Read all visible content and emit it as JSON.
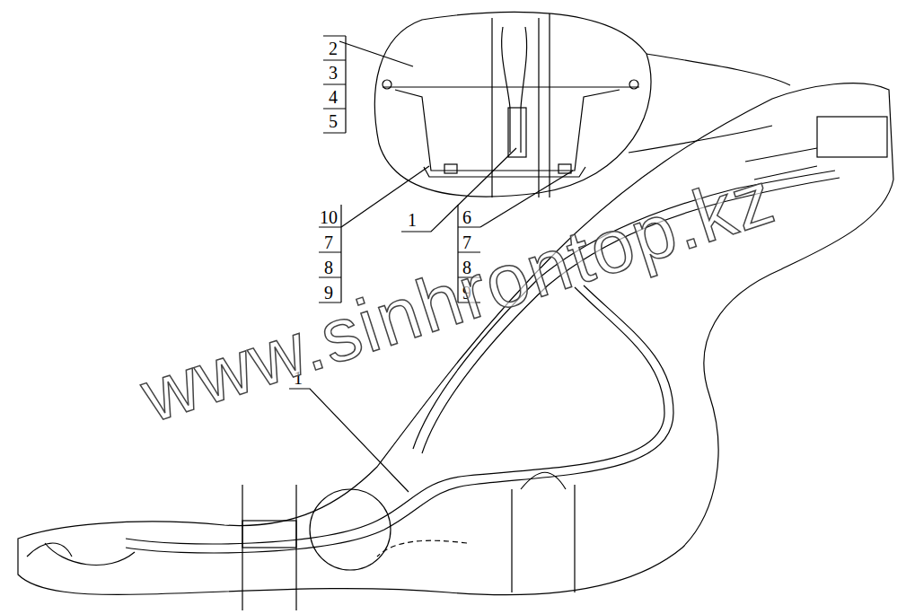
{
  "diagram": {
    "labels": [
      "2",
      "3",
      "4",
      "5",
      "10",
      "7",
      "8",
      "9",
      "1",
      "6",
      "7",
      "8",
      "9",
      "1",
      "www.sinhrontop.kz"
    ]
  }
}
